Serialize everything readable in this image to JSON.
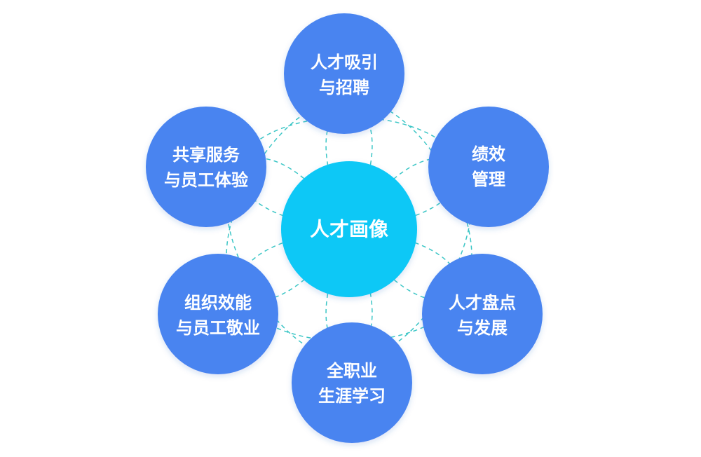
{
  "colors": {
    "outer_node": "#4a84f0",
    "center_node": "#08c8f6",
    "dashed_petal": "#3cc6c6"
  },
  "center": {
    "label": "人才画像"
  },
  "nodes": [
    {
      "id": "talent-attraction",
      "lines": [
        "人才吸引",
        "与招聘"
      ]
    },
    {
      "id": "performance",
      "lines": [
        "绩效",
        "管理"
      ]
    },
    {
      "id": "talent-review",
      "lines": [
        "人才盘点",
        "与发展"
      ]
    },
    {
      "id": "career-learning",
      "lines": [
        "全职业",
        "生涯学习"
      ]
    },
    {
      "id": "org-effectiveness",
      "lines": [
        "组织效能",
        "与员工敬业"
      ]
    },
    {
      "id": "shared-services",
      "lines": [
        "共享服务",
        "与员工体验"
      ]
    }
  ]
}
